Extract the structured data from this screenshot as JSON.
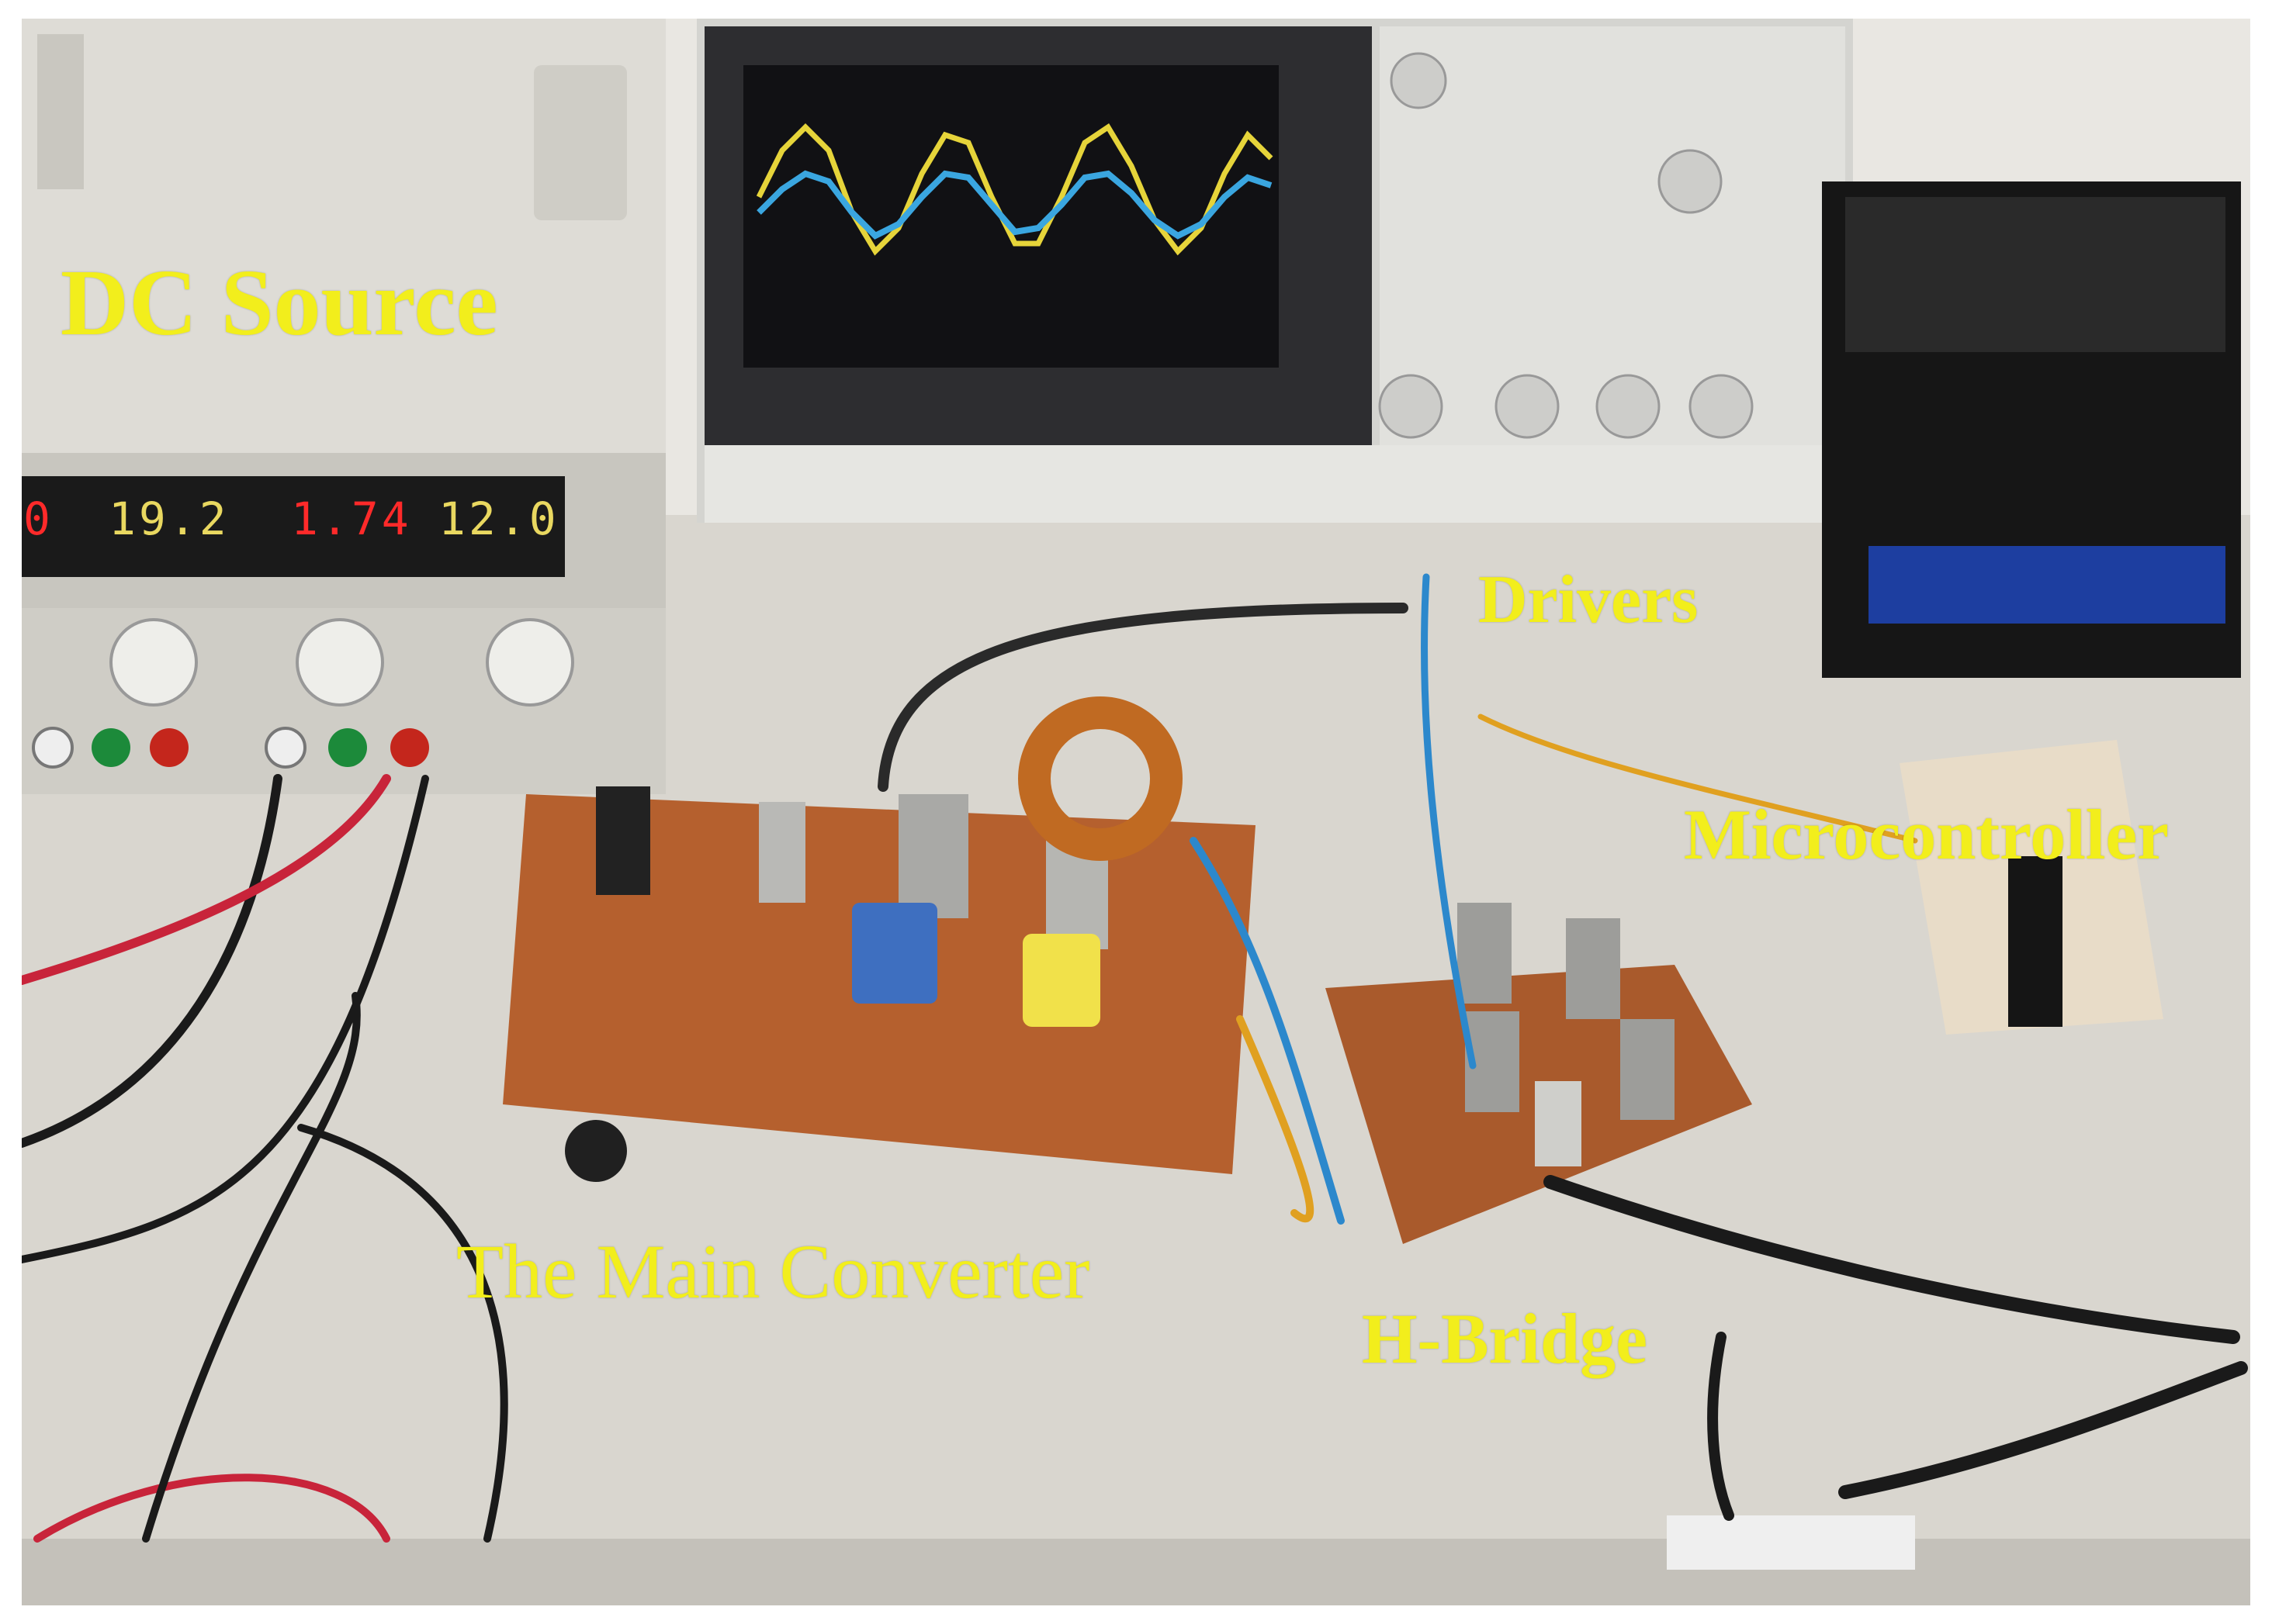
{
  "labels": {
    "dc_source": "DC Source",
    "drivers": "Drivers",
    "microcontroller": "Microcontroller",
    "main_converter": "The Main  Converter",
    "h_bridge": "H-Bridge"
  },
  "psu_display": {
    "readout_1": "0",
    "readout_2": "19.2",
    "readout_3": "1.74",
    "readout_4": "12.0"
  },
  "colors": {
    "label": "#f2ee1c",
    "table": "#dcdad4",
    "pcb": "#b5602e",
    "scope_trace_ch1": "#e6d43a",
    "scope_trace_ch2": "#3aa6e0"
  }
}
